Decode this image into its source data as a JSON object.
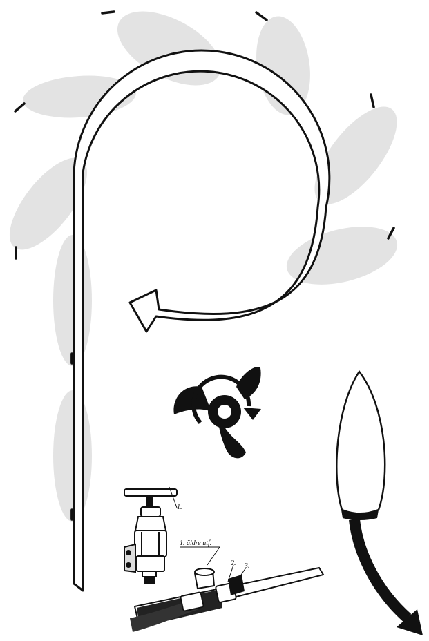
{
  "figure": {
    "colors": {
      "petal": "#e3e3e3",
      "ink": "#111111",
      "background": "#ffffff"
    },
    "petals": [
      {
        "icon": "petal-shape",
        "shade": "light-gray"
      },
      {
        "icon": "petal-shape",
        "shade": "light-gray"
      },
      {
        "icon": "petal-shape",
        "shade": "light-gray"
      },
      {
        "icon": "petal-shape",
        "shade": "light-gray"
      },
      {
        "icon": "petal-shape",
        "shade": "light-gray"
      },
      {
        "icon": "petal-shape",
        "shade": "light-gray"
      },
      {
        "icon": "petal-shape",
        "shade": "light-gray"
      },
      {
        "icon": "petal-shape",
        "shade": "light-gray"
      }
    ],
    "labels": {
      "pump_handle": "1.",
      "older_version": "1. äldre utf.",
      "part_2": "2.",
      "part_3": "3."
    },
    "icons": [
      "curl-arrow-icon",
      "fan-rotate-icon",
      "flame-bulb-icon",
      "down-right-arrow-icon",
      "pump-illustration",
      "pipe-illustration"
    ]
  }
}
